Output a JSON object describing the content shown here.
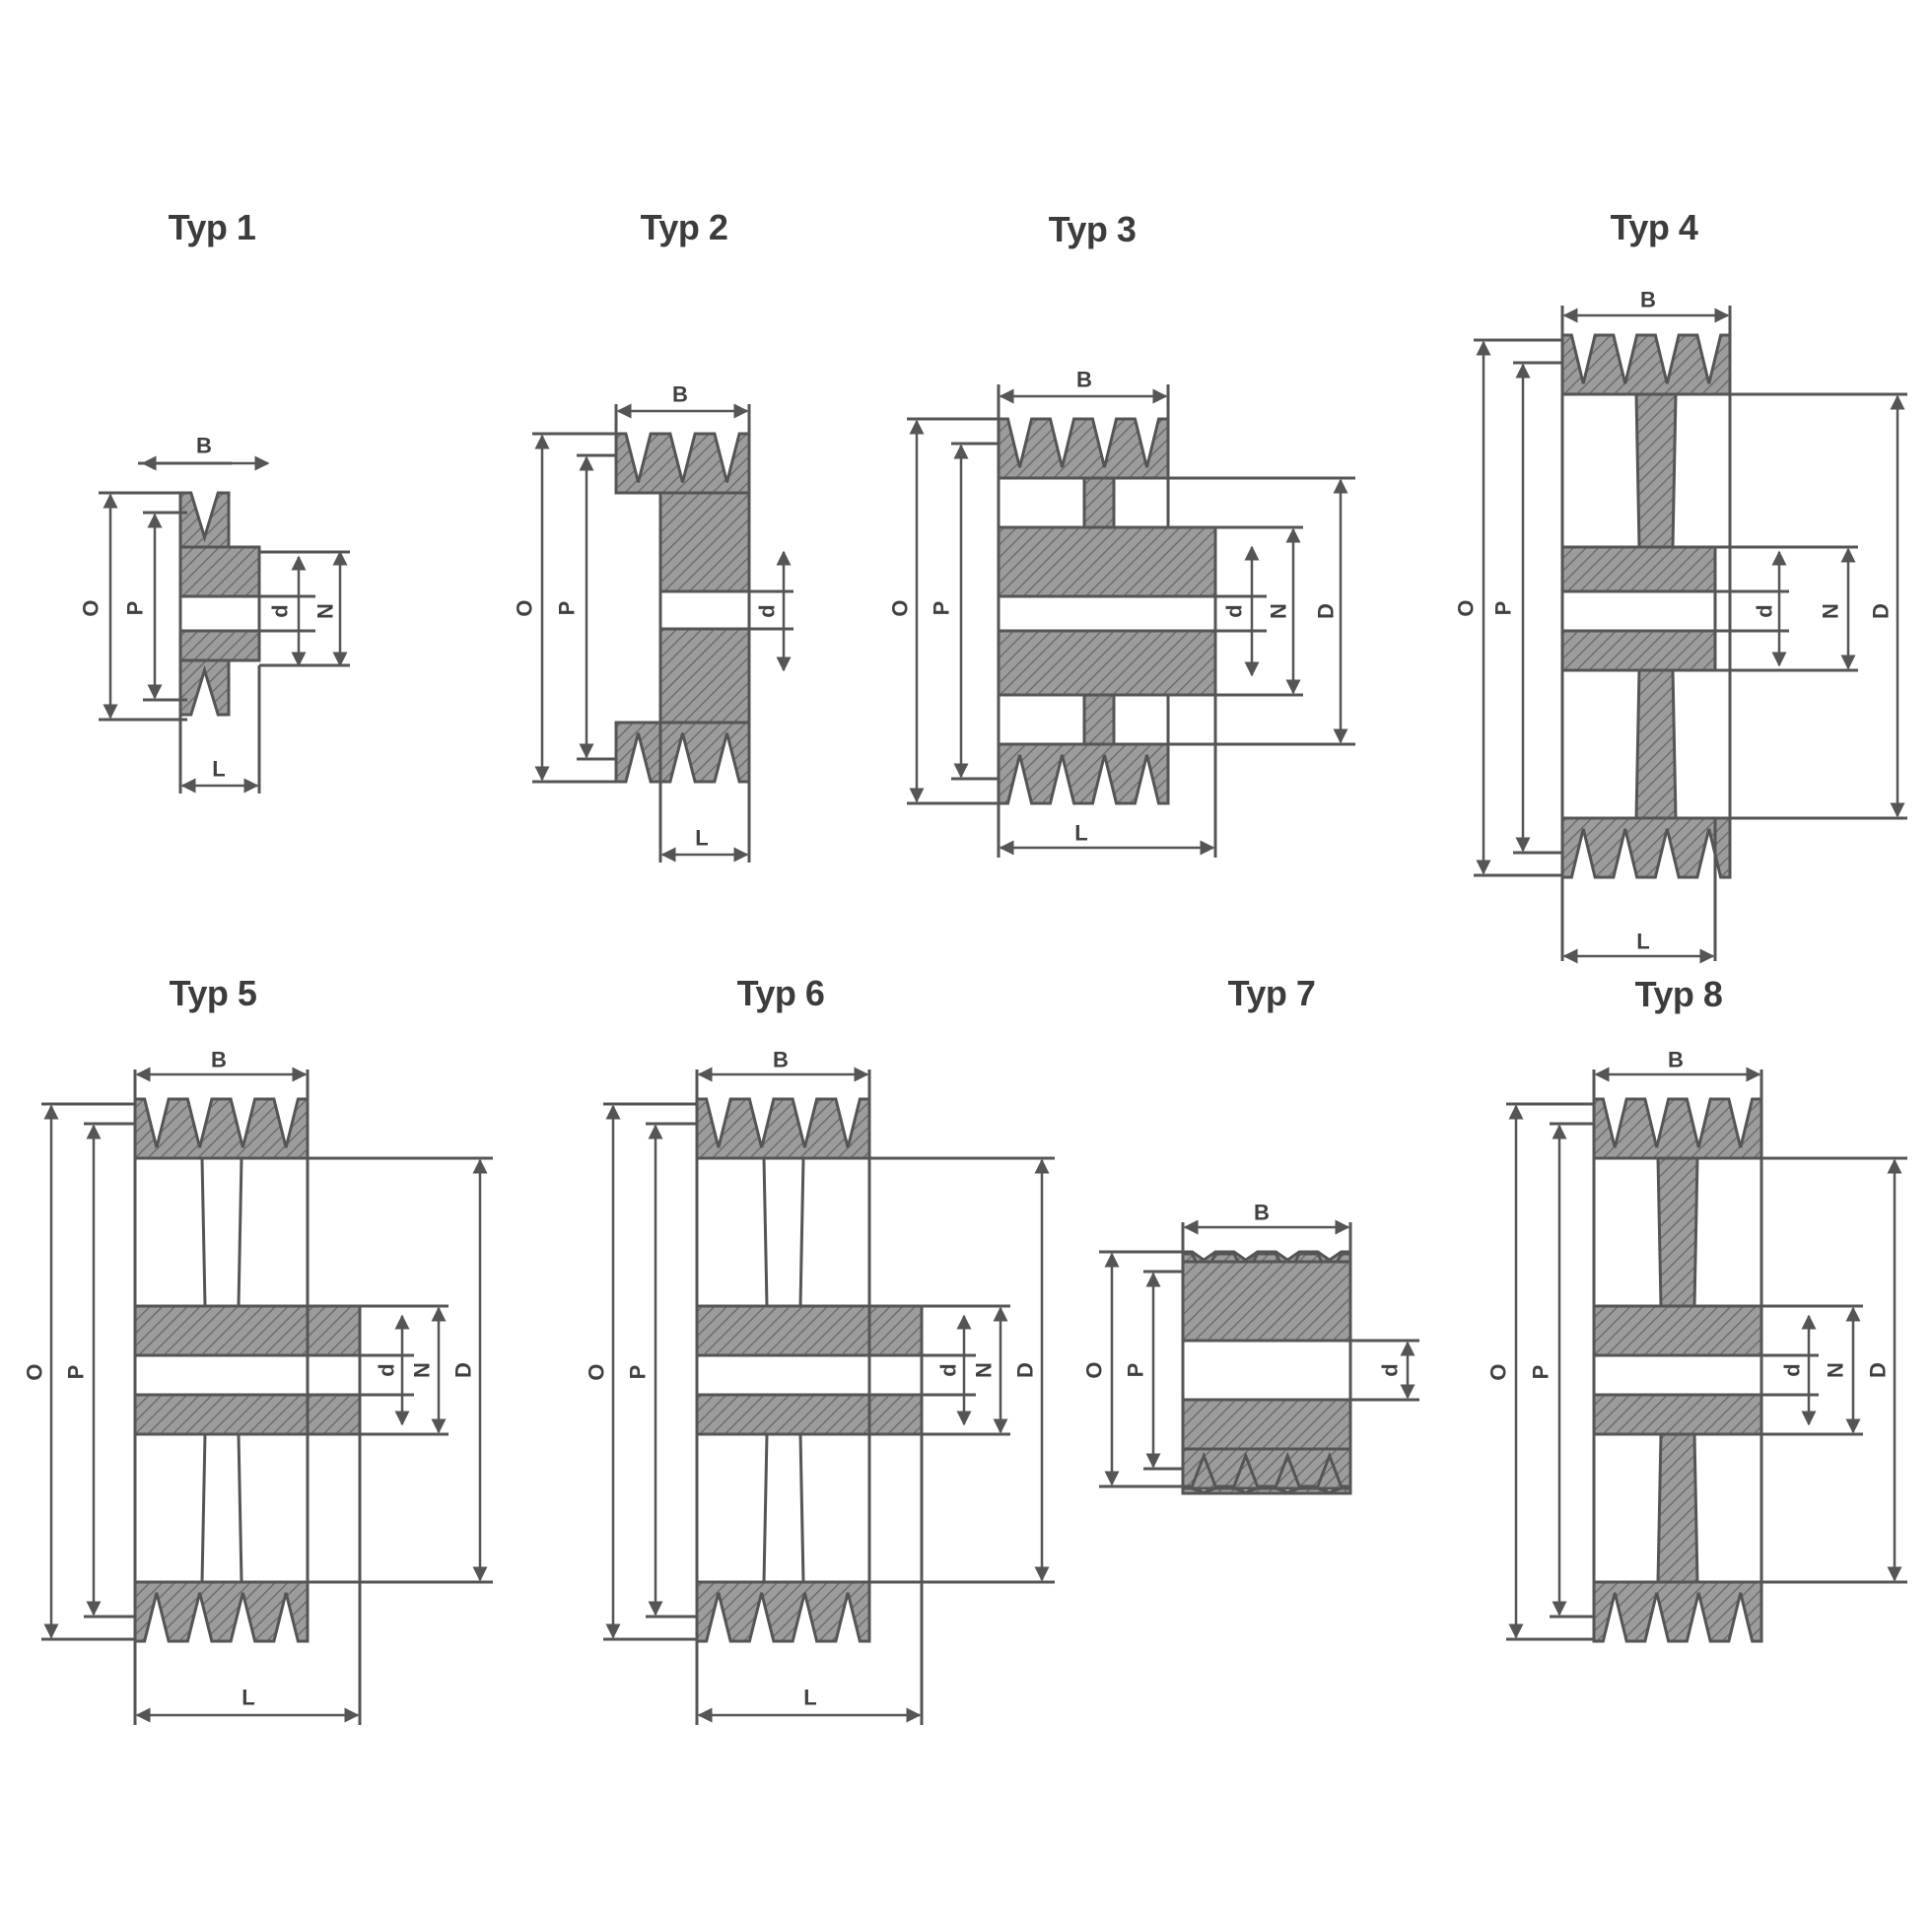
{
  "types": [
    {
      "id": 1,
      "title": "Typ 1",
      "labels": {
        "B": "B",
        "O": "O",
        "P": "P",
        "d": "d",
        "N": "N",
        "L": "L"
      }
    },
    {
      "id": 2,
      "title": "Typ 2",
      "labels": {
        "B": "B",
        "O": "O",
        "P": "P",
        "d": "d",
        "L": "L"
      }
    },
    {
      "id": 3,
      "title": "Typ 3",
      "labels": {
        "B": "B",
        "O": "O",
        "P": "P",
        "d": "d",
        "N": "N",
        "D": "D",
        "L": "L"
      }
    },
    {
      "id": 4,
      "title": "Typ 4",
      "labels": {
        "B": "B",
        "O": "O",
        "P": "P",
        "d": "d",
        "N": "N",
        "D": "D",
        "L": "L"
      }
    },
    {
      "id": 5,
      "title": "Typ 5",
      "labels": {
        "B": "B",
        "O": "O",
        "P": "P",
        "d": "d",
        "N": "N",
        "D": "D",
        "L": "L"
      }
    },
    {
      "id": 6,
      "title": "Typ 6",
      "labels": {
        "B": "B",
        "O": "O",
        "P": "P",
        "d": "d",
        "N": "N",
        "D": "D",
        "L": "L"
      }
    },
    {
      "id": 7,
      "title": "Typ 7",
      "labels": {
        "B": "B",
        "O": "O",
        "P": "P",
        "d": "d"
      }
    },
    {
      "id": 8,
      "title": "Typ 8",
      "labels": {
        "B": "B",
        "O": "O",
        "P": "P",
        "d": "d",
        "N": "N",
        "D": "D"
      }
    }
  ],
  "colors": {
    "line": "#555555",
    "hatch_fill": "#9c9c9c",
    "hatch_line": "#6e6e6e",
    "background": "#ffffff"
  }
}
